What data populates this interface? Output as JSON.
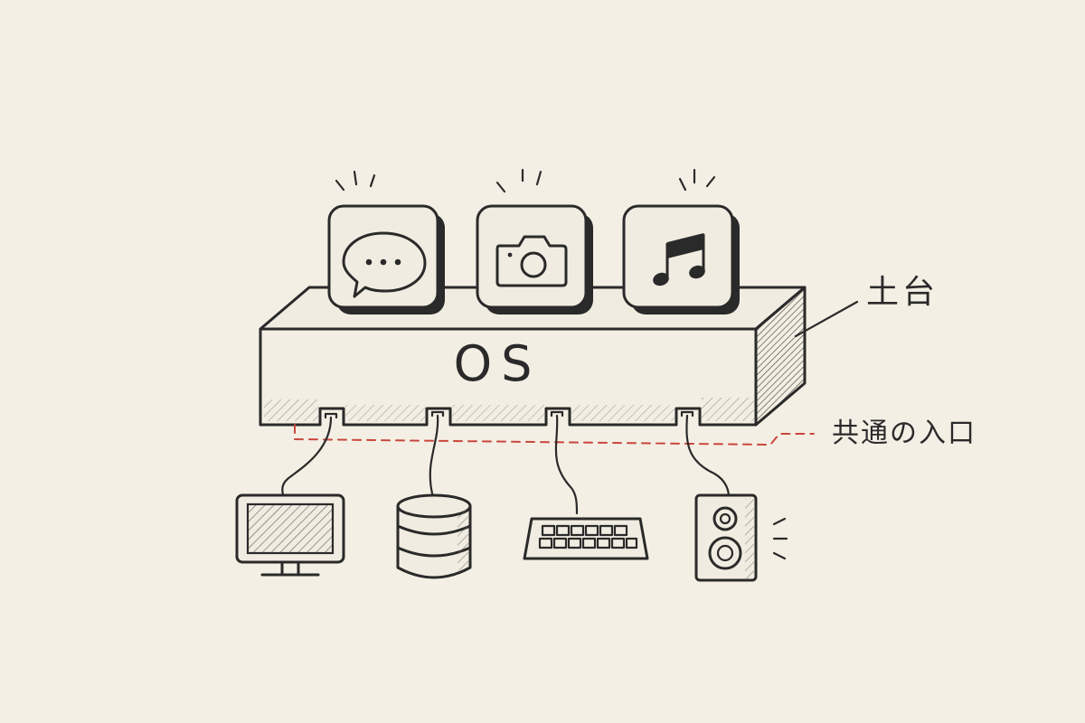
{
  "diagram": {
    "platform_label": "OS",
    "base_label": "土台",
    "gateway_label": "共通の入口"
  },
  "apps": [
    {
      "name": "chat-app",
      "icon": "speech-bubble-icon"
    },
    {
      "name": "camera-app",
      "icon": "camera-icon"
    },
    {
      "name": "music-app",
      "icon": "music-note-icon"
    }
  ],
  "devices": [
    {
      "name": "monitor",
      "icon": "monitor-icon"
    },
    {
      "name": "storage",
      "icon": "database-icon"
    },
    {
      "name": "keyboard",
      "icon": "keyboard-icon"
    },
    {
      "name": "speaker",
      "icon": "speaker-icon"
    }
  ],
  "colors": {
    "background": "#f4efe4",
    "ink": "#2a2a2a",
    "dashed_line": "#c9463d"
  }
}
